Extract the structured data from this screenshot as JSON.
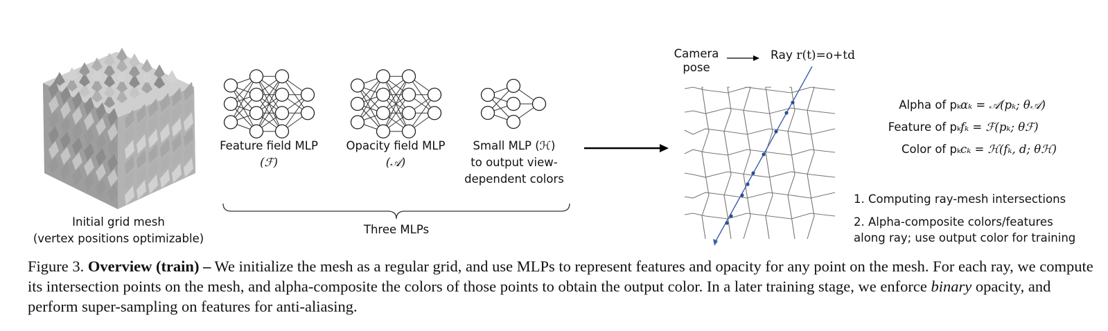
{
  "mesh_panel": {
    "label_line1": "Initial grid mesh",
    "label_line2": "(vertex positions optimizable)"
  },
  "mlps": [
    {
      "name_line1": "Feature field MLP",
      "name_line2": "(ℱ)"
    },
    {
      "name_line1": "Opacity field MLP",
      "name_line2": "(𝒜)"
    },
    {
      "name_line1": "Small MLP (ℋ)",
      "name_line2": "to output view-",
      "name_line3": "dependent colors"
    }
  ],
  "mlp_group_label": "Three MLPs",
  "ray_panel": {
    "camera_line1": "Camera",
    "camera_line2": "pose",
    "ray_prefix": "Ray",
    "ray_formula": "r(t)=o+td"
  },
  "definitions": [
    {
      "label": "Alpha of pₖ",
      "formula": "αₖ = 𝒜(pₖ; θ𝒜)"
    },
    {
      "label": "Feature of pₖ",
      "formula": "fₖ = ℱ(pₖ; θℱ)"
    },
    {
      "label": "Color of pₖ",
      "formula": "cₖ = ℋ(fₖ, d; θℋ)"
    }
  ],
  "steps": {
    "step1": "1. Computing ray-mesh intersections",
    "step2_line1": "2. Alpha-composite colors/features",
    "step2_line2": "along ray; use output color for training"
  },
  "caption": {
    "figure_label": "Figure 3.",
    "bold_title": "Overview (train) –",
    "text_part1": "We initialize the mesh as a regular grid, and use MLPs to represent features and opacity for any point on the mesh.  For each ray, we compute its intersection points on the mesh, and alpha-composite the colors of those points to obtain the output color. In a later training stage, we enforce",
    "italic_word": "binary",
    "text_part2": "opacity, and perform super-sampling on features for anti-aliasing."
  }
}
